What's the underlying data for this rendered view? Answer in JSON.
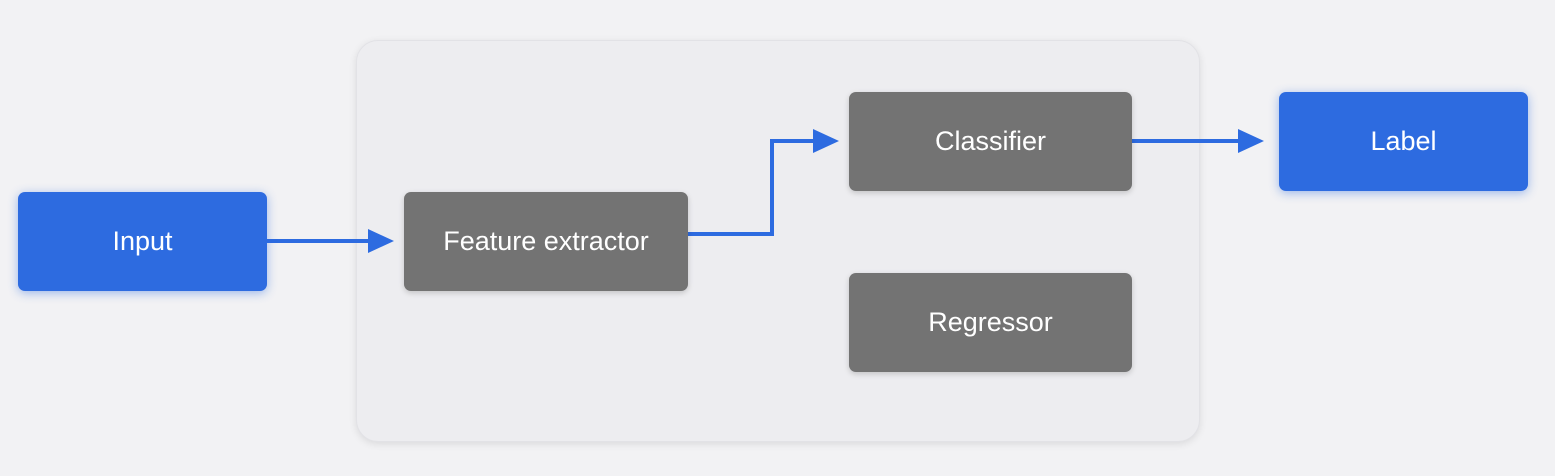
{
  "diagram": {
    "accent_color": "#2d6be0",
    "node_gray_color": "#737373",
    "nodes": {
      "input": {
        "label": "Input"
      },
      "feature_extractor": {
        "label": "Feature extractor"
      },
      "classifier": {
        "label": "Classifier"
      },
      "regressor": {
        "label": "Regressor"
      },
      "label": {
        "label": "Label"
      }
    },
    "edges": [
      {
        "from": "Input",
        "to": "Feature extractor"
      },
      {
        "from": "Feature extractor",
        "to": "Classifier"
      },
      {
        "from": "Classifier",
        "to": "Label"
      }
    ]
  }
}
